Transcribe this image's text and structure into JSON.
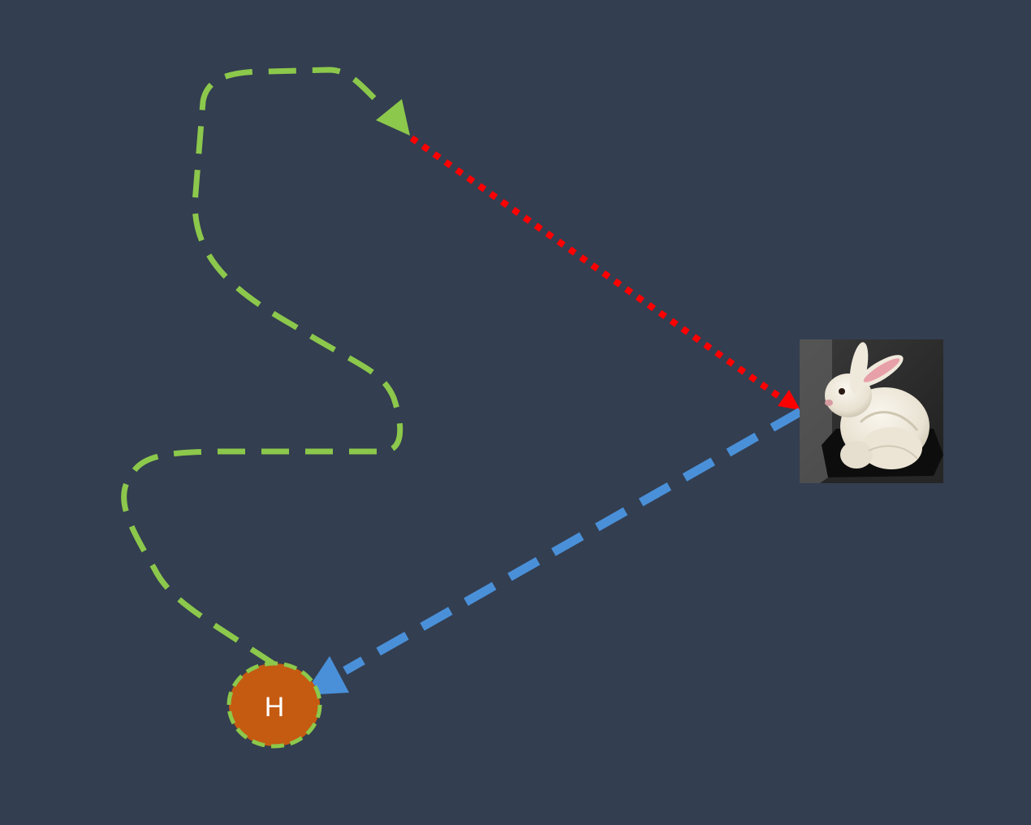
{
  "colors": {
    "background": "#333e50",
    "wander_path": "#8cc84b",
    "pursuit_path": "#ff0000",
    "return_path": "#4a90d9",
    "home_fill": "#c55a11",
    "home_border": "#8cc84b",
    "home_text": "#ffffff"
  },
  "home_node": {
    "label": "H"
  },
  "target_node": {
    "icon": "rabbit-icon"
  },
  "edges": [
    {
      "name": "wander-path",
      "style": "dashed",
      "color": "#8cc84b"
    },
    {
      "name": "pursuit-path",
      "style": "dotted",
      "color": "#ff0000"
    },
    {
      "name": "return-path",
      "style": "dashed",
      "color": "#4a90d9"
    }
  ]
}
